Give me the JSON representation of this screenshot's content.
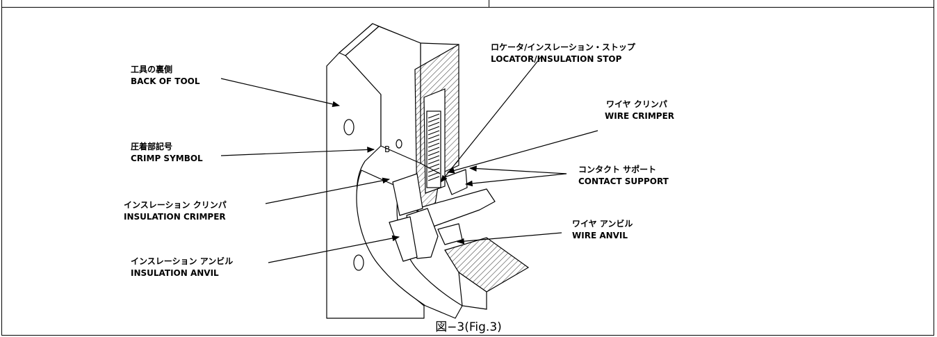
{
  "labels": {
    "back_of_tool": {
      "jp": "工具の裏側",
      "en": "BACK OF TOOL"
    },
    "crimp_symbol": {
      "jp": "圧着部記号",
      "en": "CRIMP SYMBOL"
    },
    "insulation_crimper": {
      "jp": "インスレーション クリンパ",
      "en": "INSULATION CRIMPER"
    },
    "insulation_anvil": {
      "jp": "インスレーション アンビル",
      "en": "INSULATION ANVIL"
    },
    "locator_stop": {
      "jp": "ロケータ/インスレーション・ストップ",
      "en": "LOCATOR/INSULATION STOP"
    },
    "wire_crimper": {
      "jp": "ワイヤ クリンパ",
      "en": "WIRE CRIMPER"
    },
    "contact_support": {
      "jp": "コンタクト サポート",
      "en": "CONTACT SUPPORT"
    },
    "wire_anvil": {
      "jp": "ワイヤ アンビル",
      "en": "WIRE ANVIL"
    }
  },
  "tool_marking": "B",
  "caption": "図−3(Fig.3)"
}
